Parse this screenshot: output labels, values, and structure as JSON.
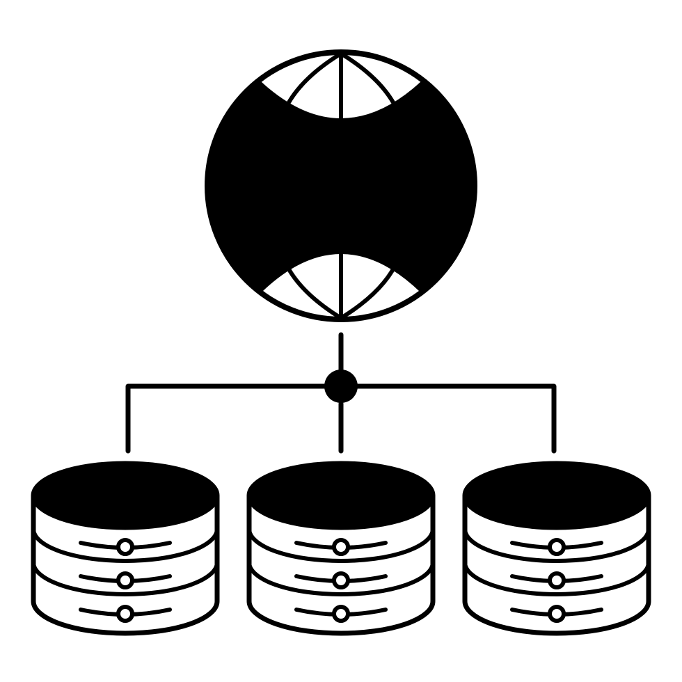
{
  "icon": {
    "name": "global-database-network-icon",
    "style": "glyph",
    "stroke_color": "#000000",
    "fill_color": "#000000",
    "background_color": "#ffffff"
  },
  "globe": {
    "name": "globe-icon"
  },
  "hub": {
    "name": "network-hub-node"
  },
  "databases": [
    {
      "name": "database-left",
      "rows": 3
    },
    {
      "name": "database-center",
      "rows": 3
    },
    {
      "name": "database-right",
      "rows": 3
    }
  ]
}
